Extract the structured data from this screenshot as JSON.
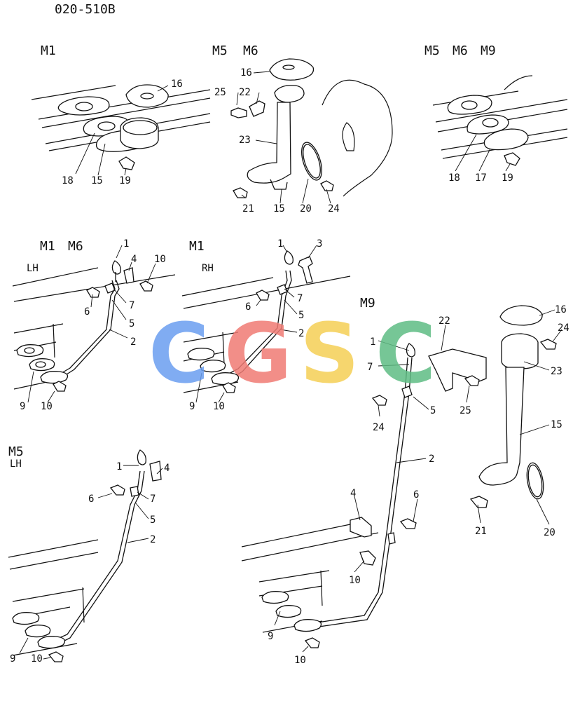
{
  "doc": {
    "code": "020-510B"
  },
  "groups": [
    {
      "id": "g1",
      "labels": [
        "M1"
      ],
      "callouts": [
        "16",
        "18",
        "15",
        "19"
      ]
    },
    {
      "id": "g2",
      "labels": [
        "M5",
        "M6"
      ],
      "callouts": [
        "16",
        "25",
        "22",
        "23",
        "21",
        "15",
        "20",
        "24"
      ]
    },
    {
      "id": "g3",
      "labels": [
        "M5",
        "M6",
        "M9"
      ],
      "callouts": [
        "18",
        "17",
        "19"
      ]
    },
    {
      "id": "g4",
      "labels": [
        "M1",
        "M6",
        "LH"
      ],
      "callouts": [
        "1",
        "4",
        "10",
        "6",
        "7",
        "5",
        "2",
        "9",
        "10"
      ]
    },
    {
      "id": "g5",
      "labels": [
        "M1",
        "RH"
      ],
      "callouts": [
        "1",
        "3",
        "7",
        "6",
        "5",
        "2",
        "9",
        "10"
      ]
    },
    {
      "id": "g6",
      "labels": [
        "M9"
      ],
      "callouts": [
        "1",
        "7",
        "22",
        "24",
        "5",
        "25",
        "2",
        "4",
        "6",
        "10",
        "9",
        "10",
        "16",
        "24",
        "23",
        "15",
        "21",
        "20"
      ]
    },
    {
      "id": "g7",
      "labels": [
        "M5",
        "LH"
      ],
      "callouts": [
        "1",
        "4",
        "6",
        "7",
        "5",
        "2",
        "9",
        "10"
      ]
    }
  ],
  "watermark": {
    "letters": [
      "C",
      "G",
      "S",
      "C"
    ],
    "colors": [
      "#6a9ef0",
      "#f07b74",
      "#f5cf55",
      "#5fbd84"
    ]
  }
}
